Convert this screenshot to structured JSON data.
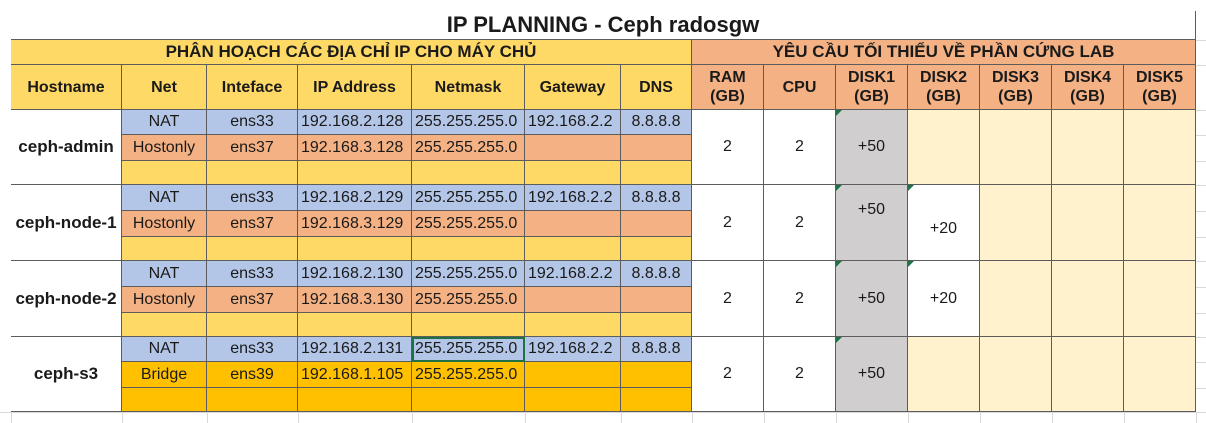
{
  "title": "IP PLANNING - Ceph radosgw",
  "left_section_title": "PHÂN HOẠCH CÁC ĐỊA CHỈ IP CHO MÁY CHỦ",
  "right_section_title": "YÊU CẦU TỐI THIỂU VỀ PHẦN CỨNG LAB",
  "ip_headers": [
    "Hostname",
    "Net",
    "Inteface",
    "IP Address",
    "Netmask",
    "Gateway",
    "DNS"
  ],
  "hw_headers": [
    [
      "RAM",
      "(GB)"
    ],
    [
      "CPU",
      ""
    ],
    [
      "DISK1",
      "(GB)"
    ],
    [
      "DISK2",
      "(GB)"
    ],
    [
      "DISK3",
      "(GB)"
    ],
    [
      "DISK4",
      "(GB)"
    ],
    [
      "DISK5",
      "(GB)"
    ]
  ],
  "hosts": [
    {
      "hostname": "ceph-admin",
      "nets": [
        {
          "net": "NAT",
          "iface": "ens33",
          "ip": "192.168.2.128",
          "netmask": "255.255.255.0",
          "gateway": "192.168.2.2",
          "dns": "8.8.8.8"
        },
        {
          "net": "Hostonly",
          "iface": "ens37",
          "ip": "192.168.3.128",
          "netmask": "255.255.255.0",
          "gateway": "",
          "dns": ""
        }
      ],
      "ram": "2",
      "cpu": "2",
      "disk1": "+50",
      "disk2": "",
      "disk3": "",
      "disk4": "",
      "disk5": ""
    },
    {
      "hostname": "ceph-node-1",
      "nets": [
        {
          "net": "NAT",
          "iface": "ens33",
          "ip": "192.168.2.129",
          "netmask": "255.255.255.0",
          "gateway": "192.168.2.2",
          "dns": "8.8.8.8"
        },
        {
          "net": "Hostonly",
          "iface": "ens37",
          "ip": "192.168.3.129",
          "netmask": "255.255.255.0",
          "gateway": "",
          "dns": ""
        }
      ],
      "ram": "2",
      "cpu": "2",
      "disk1": "+50",
      "disk2": "+20",
      "disk3": "",
      "disk4": "",
      "disk5": ""
    },
    {
      "hostname": "ceph-node-2",
      "nets": [
        {
          "net": "NAT",
          "iface": "ens33",
          "ip": "192.168.2.130",
          "netmask": "255.255.255.0",
          "gateway": "192.168.2.2",
          "dns": "8.8.8.8"
        },
        {
          "net": "Hostonly",
          "iface": "ens37",
          "ip": "192.168.3.130",
          "netmask": "255.255.255.0",
          "gateway": "",
          "dns": ""
        }
      ],
      "ram": "2",
      "cpu": "2",
      "disk1": "+50",
      "disk2": "+20",
      "disk3": "",
      "disk4": "",
      "disk5": ""
    },
    {
      "hostname": "ceph-s3",
      "nets": [
        {
          "net": "NAT",
          "iface": "ens33",
          "ip": "192.168.2.131",
          "netmask": "255.255.255.0",
          "gateway": "192.168.2.2",
          "dns": "8.8.8.8"
        },
        {
          "net": "Bridge",
          "iface": "ens39",
          "ip": "192.168.1.105",
          "netmask": "255.255.255.0",
          "gateway": "",
          "dns": ""
        }
      ],
      "ram": "2",
      "cpu": "2",
      "disk1": "+50",
      "disk2": "",
      "disk3": "",
      "disk4": "",
      "disk5": ""
    }
  ],
  "colors": {
    "nat": "#b4c6e7",
    "hostonly": "#f4b183",
    "bridge": "#ffc000",
    "spacer": "#ffd966",
    "hostname_bg": "#ffffff",
    "left_header": "#ffd966",
    "right_header": "#f4b183",
    "hw_value_bg": "#ffffff",
    "disk1_bg": "#d0cece",
    "disk_empty_bg": "#fff2cc",
    "selection": "#1e7145"
  }
}
